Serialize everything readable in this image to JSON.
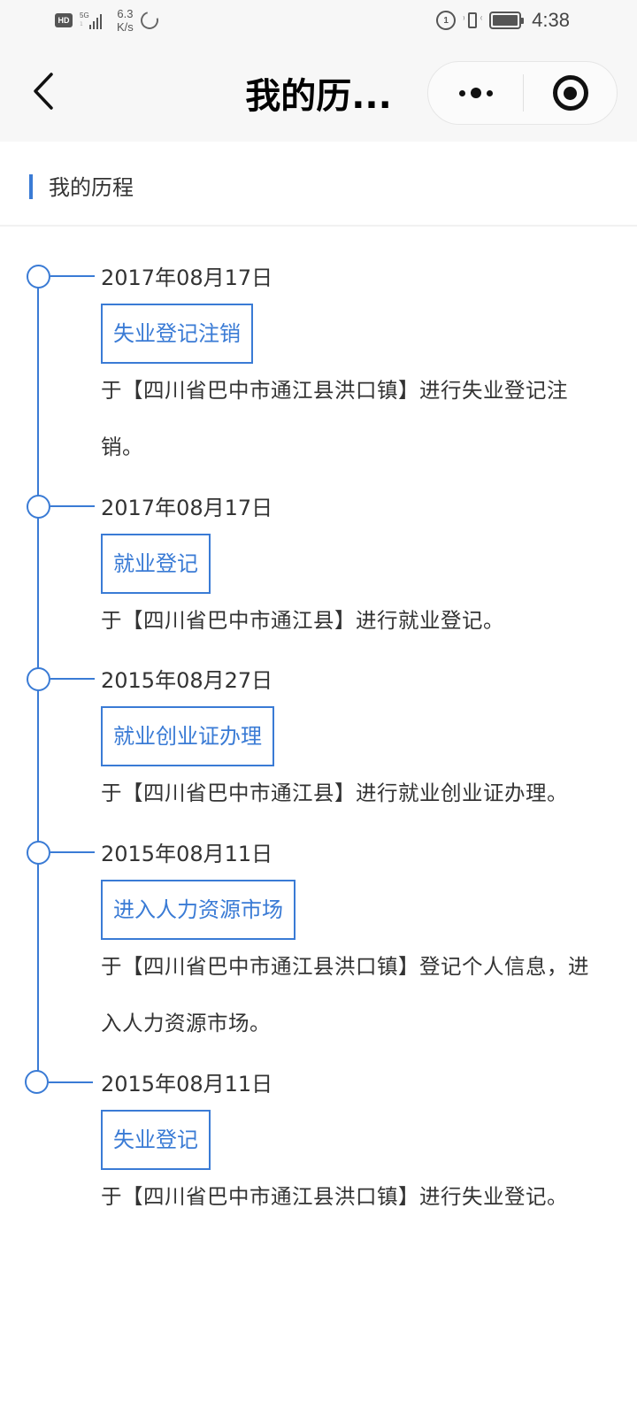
{
  "status_bar": {
    "hd_label": "HD",
    "network_label": "5G",
    "sim_label": "1",
    "speed_value": "6.3",
    "speed_unit": "K/s",
    "data_saver_label": "1",
    "time": "4:38"
  },
  "navbar": {
    "back_icon": "chevron-left-icon",
    "title": "我的历...",
    "more_icon": "more-dots-icon",
    "close_icon": "target-circle-icon"
  },
  "section": {
    "title": "我的历程",
    "accent_color": "#3a7bd5"
  },
  "timeline": {
    "line_color": "#3a7bd5",
    "items": [
      {
        "date": "2017年08月17日",
        "tag": "失业登记注销",
        "desc_line1": "于【四川省巴中市通江县洪口镇】进行失业登记注",
        "desc_line2": "销。"
      },
      {
        "date": "2017年08月17日",
        "tag": "就业登记",
        "desc_line1": "于【四川省巴中市通江县】进行就业登记。"
      },
      {
        "date": "2015年08月27日",
        "tag": "就业创业证办理",
        "desc_line1": "于【四川省巴中市通江县】进行就业创业证办理。"
      },
      {
        "date": "2015年08月11日",
        "tag": "进入人力资源市场",
        "desc_line1": "于【四川省巴中市通江县洪口镇】登记个人信息，进",
        "desc_line2": "入人力资源市场。"
      },
      {
        "date": "2015年08月11日",
        "tag": "失业登记",
        "desc_line1": "于【四川省巴中市通江县洪口镇】进行失业登记。"
      }
    ]
  }
}
